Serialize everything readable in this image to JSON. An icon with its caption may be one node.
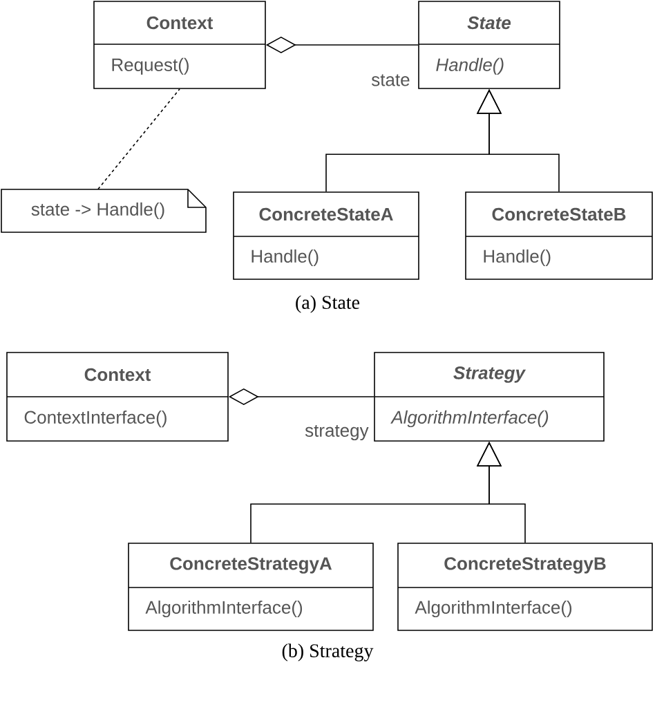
{
  "diagram": {
    "nodes": [
      {
        "text": [
          "Context",
          "Request()"
        ]
      },
      {
        "text": [
          "State",
          "Handle()"
        ]
      },
      {
        "text": [
          "ConcreteStateA",
          "Handle()"
        ]
      },
      {
        "text": [
          "ConcreteStateB",
          "Handle()"
        ]
      },
      {
        "text": [
          "state -> Handle()"
        ]
      },
      {
        "text": [
          "Context",
          "ContextInterface()"
        ]
      },
      {
        "text": [
          "Strategy",
          "AlgorithmInterface()"
        ]
      },
      {
        "text": [
          "ConcreteStrategyA",
          "AlgorithmInterface()"
        ]
      },
      {
        "text": [
          "ConcreteStrategyB",
          "AlgorithmInterface()"
        ]
      }
    ],
    "edges": [
      {
        "from": 0,
        "to": 1,
        "arrow": "other",
        "label": "state"
      },
      {
        "from": 2,
        "to": 1,
        "arrow": "to"
      },
      {
        "from": 3,
        "to": 1,
        "arrow": "to"
      },
      {
        "from": 4,
        "to": 0,
        "arrow": "none",
        "style": "dashed"
      },
      {
        "from": 5,
        "to": 6,
        "arrow": "other",
        "label": "strategy"
      },
      {
        "from": 7,
        "to": 6,
        "arrow": "to"
      },
      {
        "from": 8,
        "to": 6,
        "arrow": "to"
      }
    ],
    "labels": [
      "(a) State",
      "(b) Strategy"
    ]
  }
}
